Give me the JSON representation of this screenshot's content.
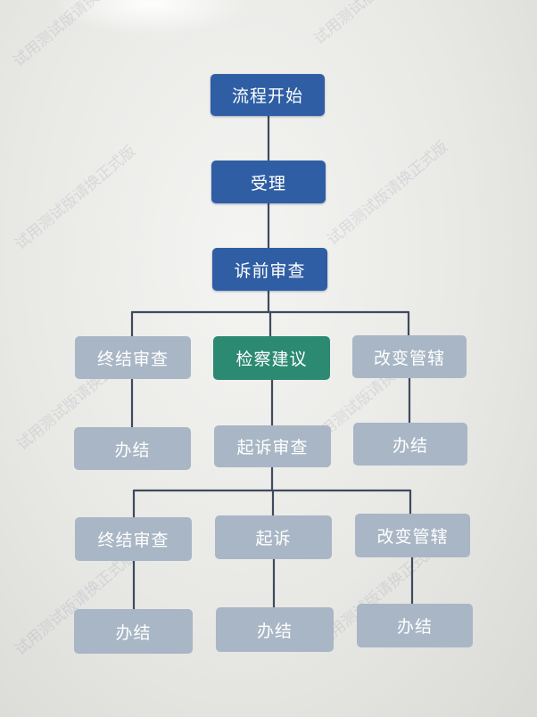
{
  "colors": {
    "active": "#2f5ea4",
    "current": "#2c8a72",
    "inactive": "#a9b6c5",
    "connector": "#3e4a5e"
  },
  "watermark": "试用测试版请换正式版",
  "flow": {
    "start": "流程开始",
    "accept": "受理",
    "pre_review": "诉前审查",
    "branch1": {
      "end_review": "终结审查",
      "procuratorial_advice": "检察建议",
      "change_jurisdiction": "改变管辖"
    },
    "level2": {
      "left_done": "办结",
      "prosecution_review": "起诉审查",
      "right_done": "办结"
    },
    "branch2": {
      "end_review": "终结审查",
      "prosecute": "起诉",
      "change_jurisdiction": "改变管辖"
    },
    "level4": {
      "left_done": "办结",
      "middle_done": "办结",
      "right_done": "办结"
    }
  }
}
